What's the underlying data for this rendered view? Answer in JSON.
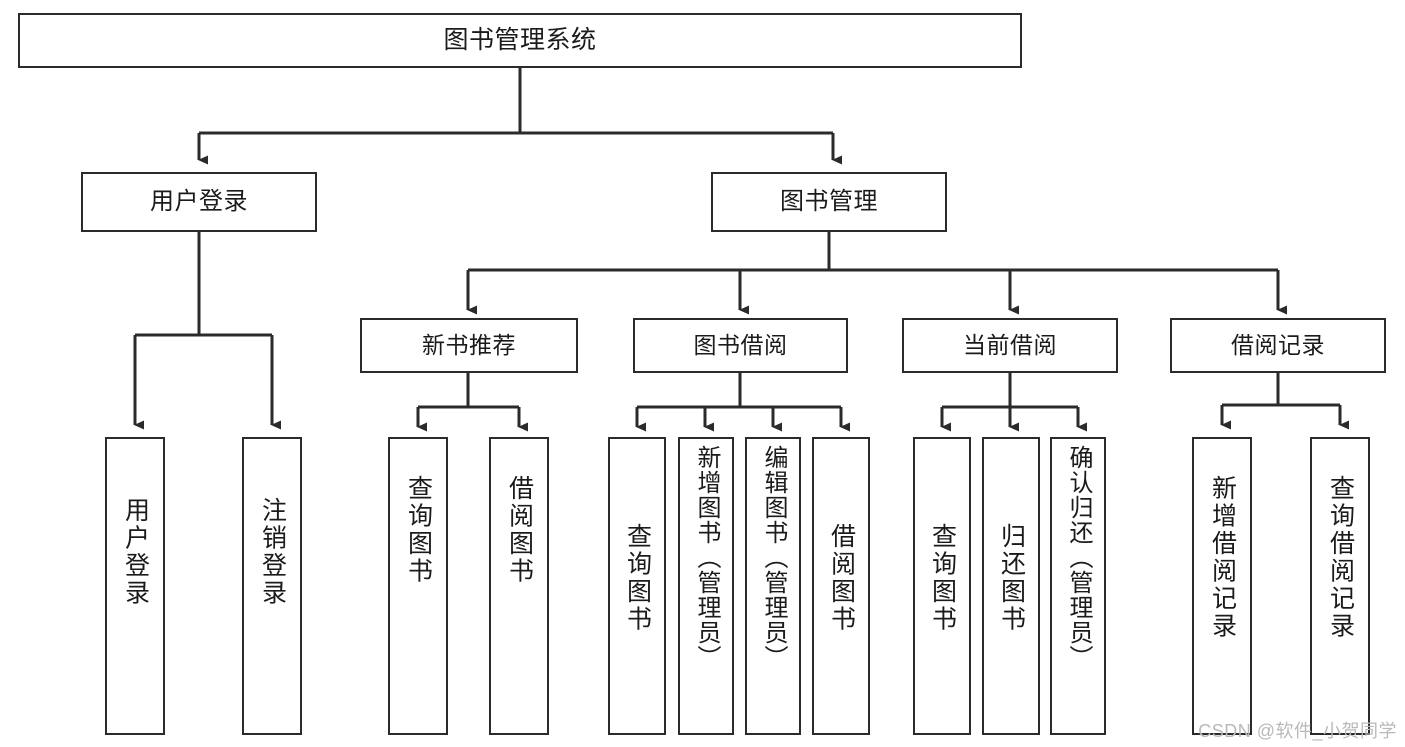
{
  "diagram": {
    "type": "tree-hierarchy",
    "title": "图书管理系统",
    "background_color": "#ffffff",
    "line_color": "#2b2b2b",
    "box_border_color": "#2b2b2b",
    "text_color": "#1b1b1b",
    "root": {
      "label": "图书管理系统"
    },
    "level1": [
      {
        "label": "用户登录"
      },
      {
        "label": "图书管理"
      }
    ],
    "level2": [
      {
        "label": "新书推荐"
      },
      {
        "label": "图书借阅"
      },
      {
        "label": "当前借阅"
      },
      {
        "label": "借阅记录"
      }
    ],
    "leaves": {
      "user_login": [
        {
          "label": "用户登录"
        },
        {
          "label": "注销登录"
        }
      ],
      "new_book_recommend": [
        {
          "label": "查询图书"
        },
        {
          "label": "借阅图书"
        }
      ],
      "book_borrow": [
        {
          "label": "查询图书"
        },
        {
          "label": "新增图书（管理员）"
        },
        {
          "label": "编辑图书（管理员）"
        },
        {
          "label": "借阅图书"
        }
      ],
      "current_borrow": [
        {
          "label": "查询图书"
        },
        {
          "label": "归还图书"
        },
        {
          "label": "确认归还（管理员）"
        }
      ],
      "borrow_record": [
        {
          "label": "新增借阅记录"
        },
        {
          "label": "查询借阅记录"
        }
      ]
    }
  },
  "watermark": {
    "text": "CSDN @软件_小贺同学",
    "color": "#b9b9b9"
  }
}
